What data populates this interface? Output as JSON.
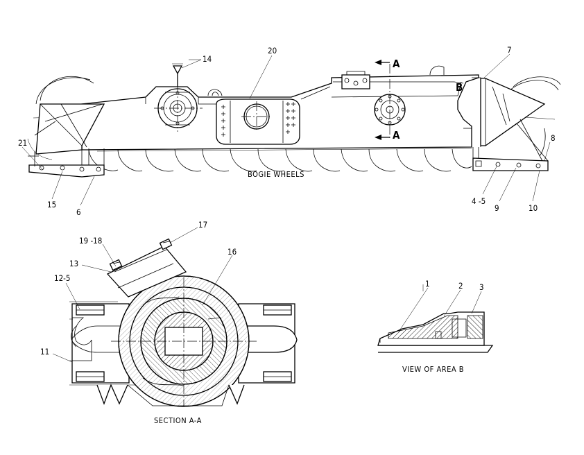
{
  "labels": {
    "bogie_wheels": "BOGIE WHEELS",
    "section_aa": "SECTION A-A",
    "view_area_b": "VIEW OF AREA B",
    "section_mark_a": "A",
    "detail_mark_b": "B"
  },
  "callouts": {
    "c1": "1",
    "c2": "2",
    "c3": "3",
    "c4_5": "4 -5",
    "c6": "6",
    "c7": "7",
    "c8": "8",
    "c9": "9",
    "c10": "10",
    "c11": "11",
    "c12_5": "12-5",
    "c13": "13",
    "c14": "14",
    "c15": "15",
    "c16": "16",
    "c17": "17",
    "c19_18": "19 -18",
    "c20": "20",
    "c21": "21"
  }
}
